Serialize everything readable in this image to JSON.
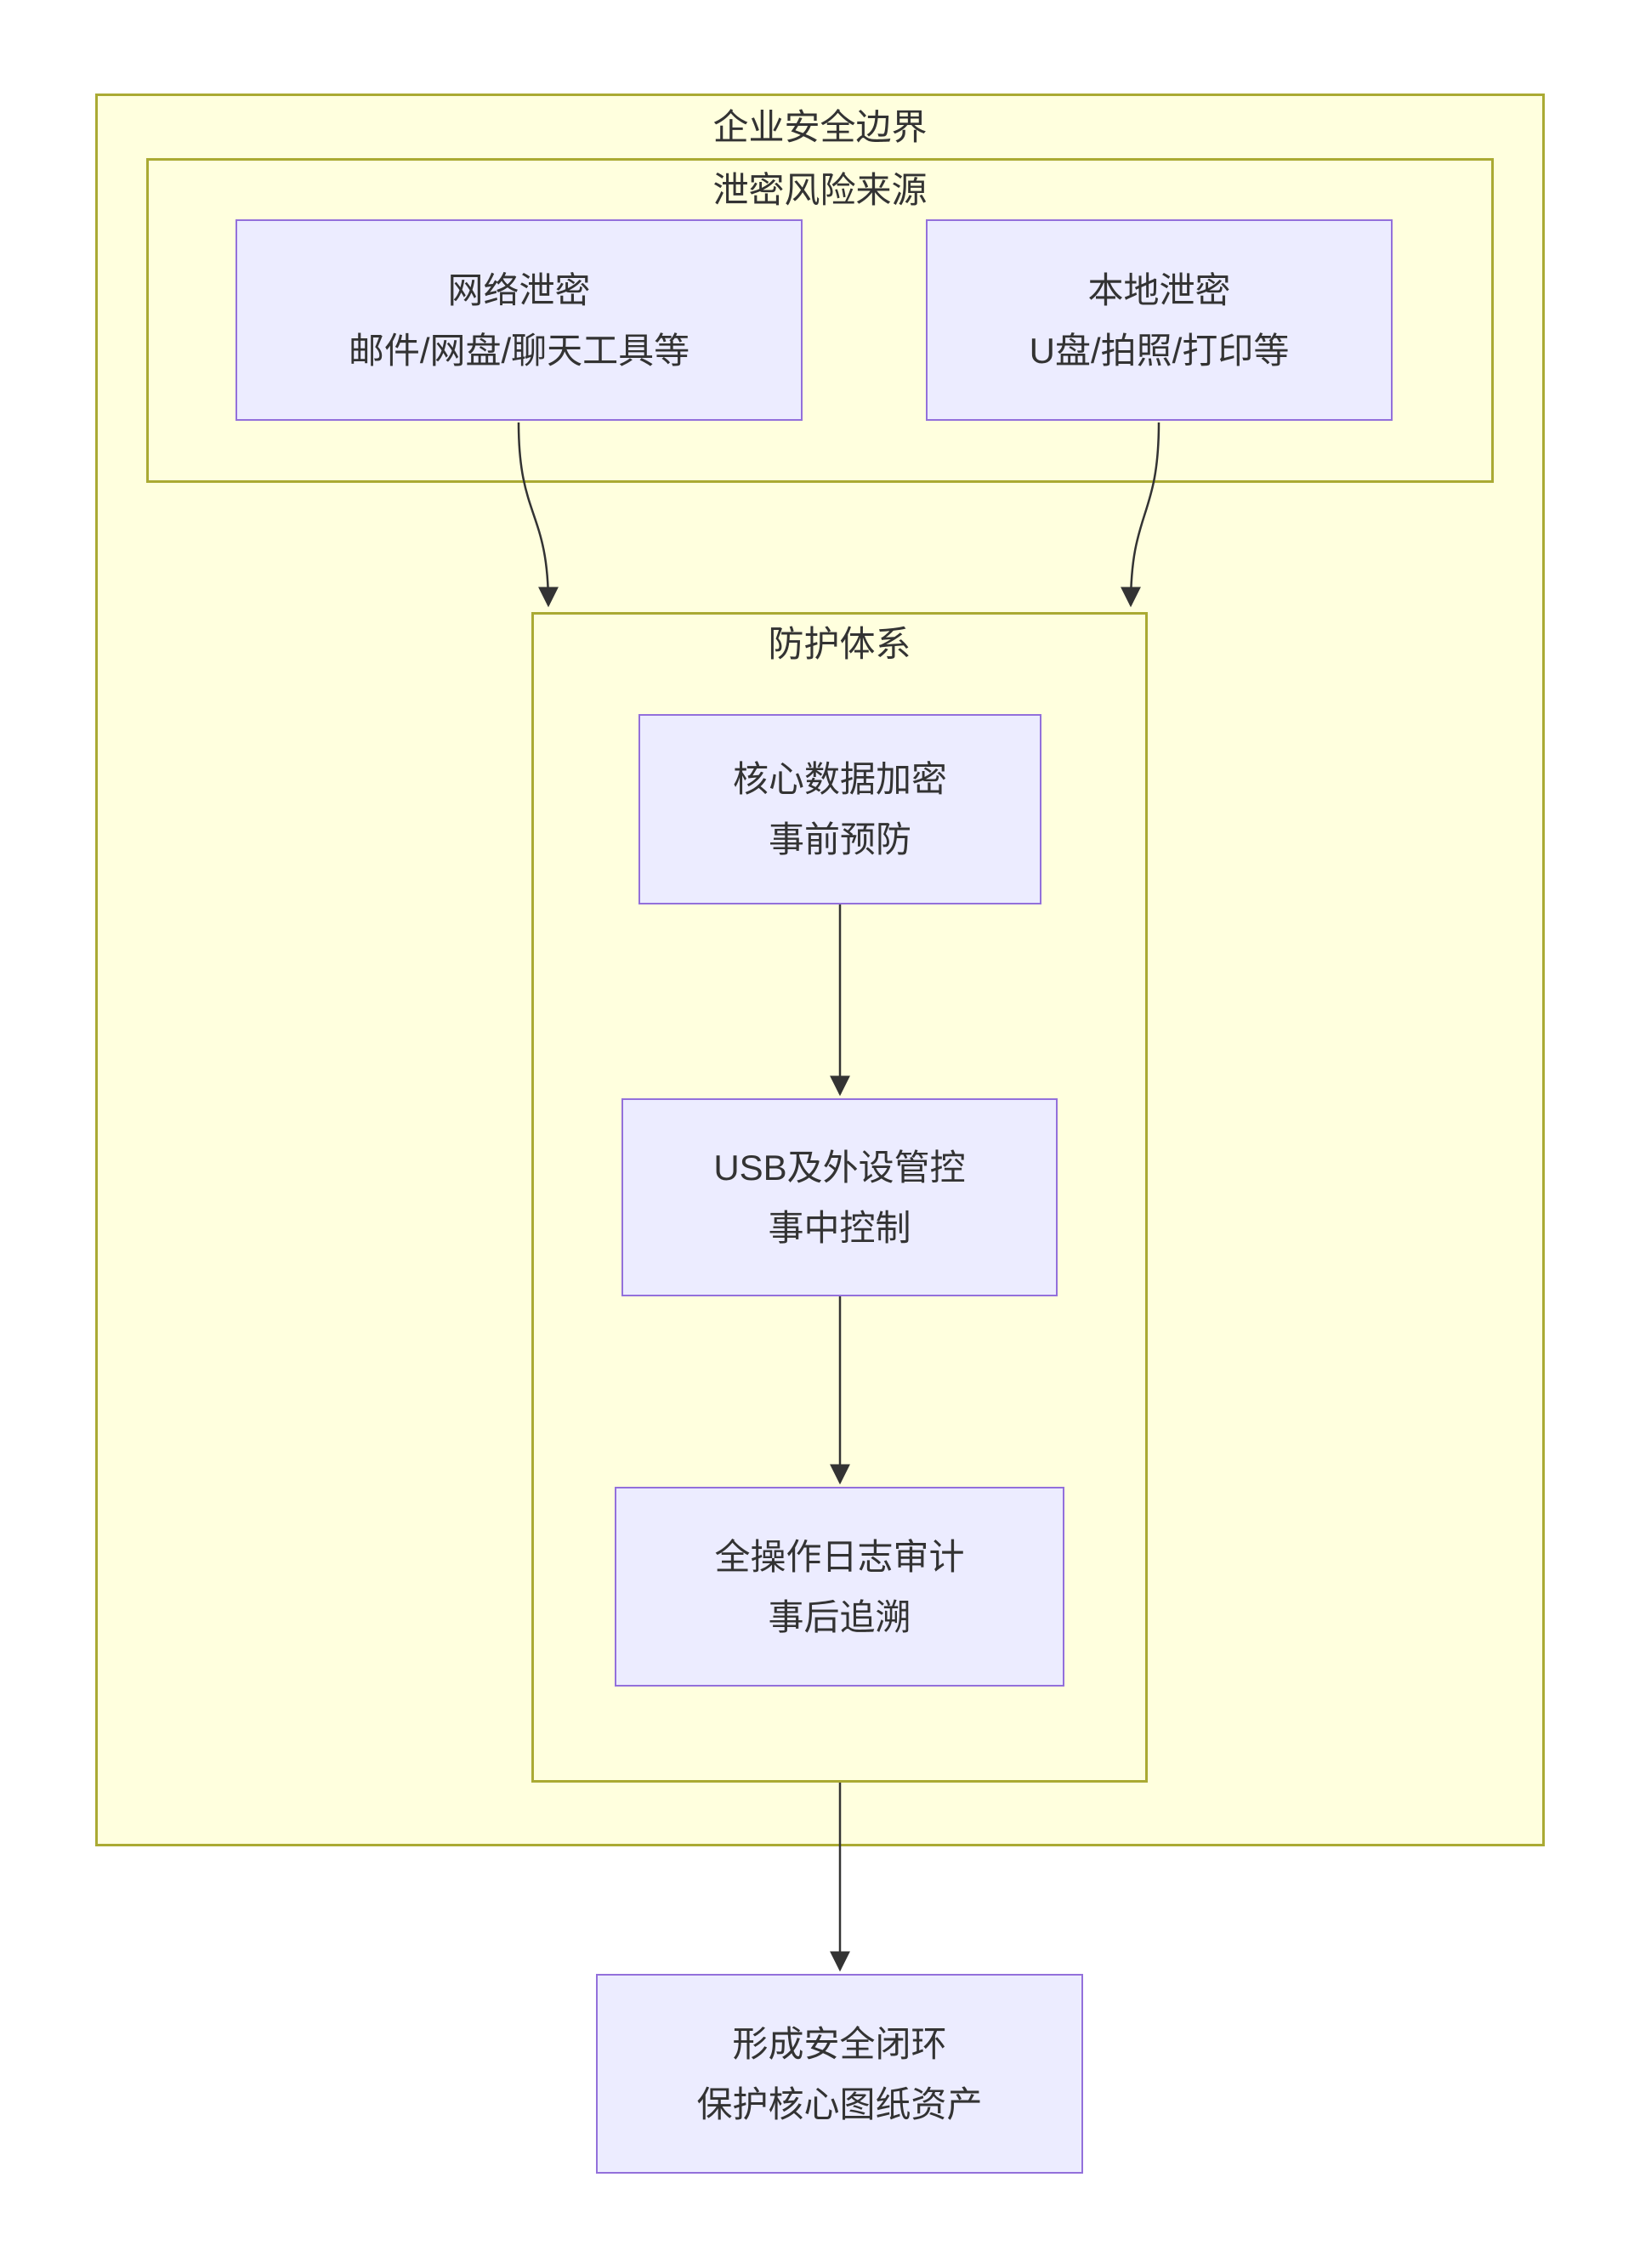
{
  "colors": {
    "background": "#ffffff",
    "cluster_fill": "#ffffde",
    "cluster_border": "#aaaa33",
    "node_fill": "#ECECFF",
    "node_border": "#9370DB",
    "edge": "#333333",
    "text": "#333333"
  },
  "clusters": {
    "enterprise": {
      "title": "企业安全边界"
    },
    "risk": {
      "title": "泄密风险来源"
    },
    "defense": {
      "title": "防护体系"
    }
  },
  "nodes": {
    "network_leak": {
      "lines": [
        "网络泄密",
        "邮件/网盘/聊天工具等"
      ]
    },
    "local_leak": {
      "lines": [
        "本地泄密",
        "U盘/拍照/打印等"
      ]
    },
    "encryption": {
      "lines": [
        "核心数据加密",
        "事前预防"
      ]
    },
    "usb_control": {
      "lines": [
        "USB及外设管控",
        "事中控制"
      ]
    },
    "audit": {
      "lines": [
        "全操作日志审计",
        "事后追溯"
      ]
    },
    "closed_loop": {
      "lines": [
        "形成安全闭环",
        "保护核心图纸资产"
      ]
    }
  }
}
